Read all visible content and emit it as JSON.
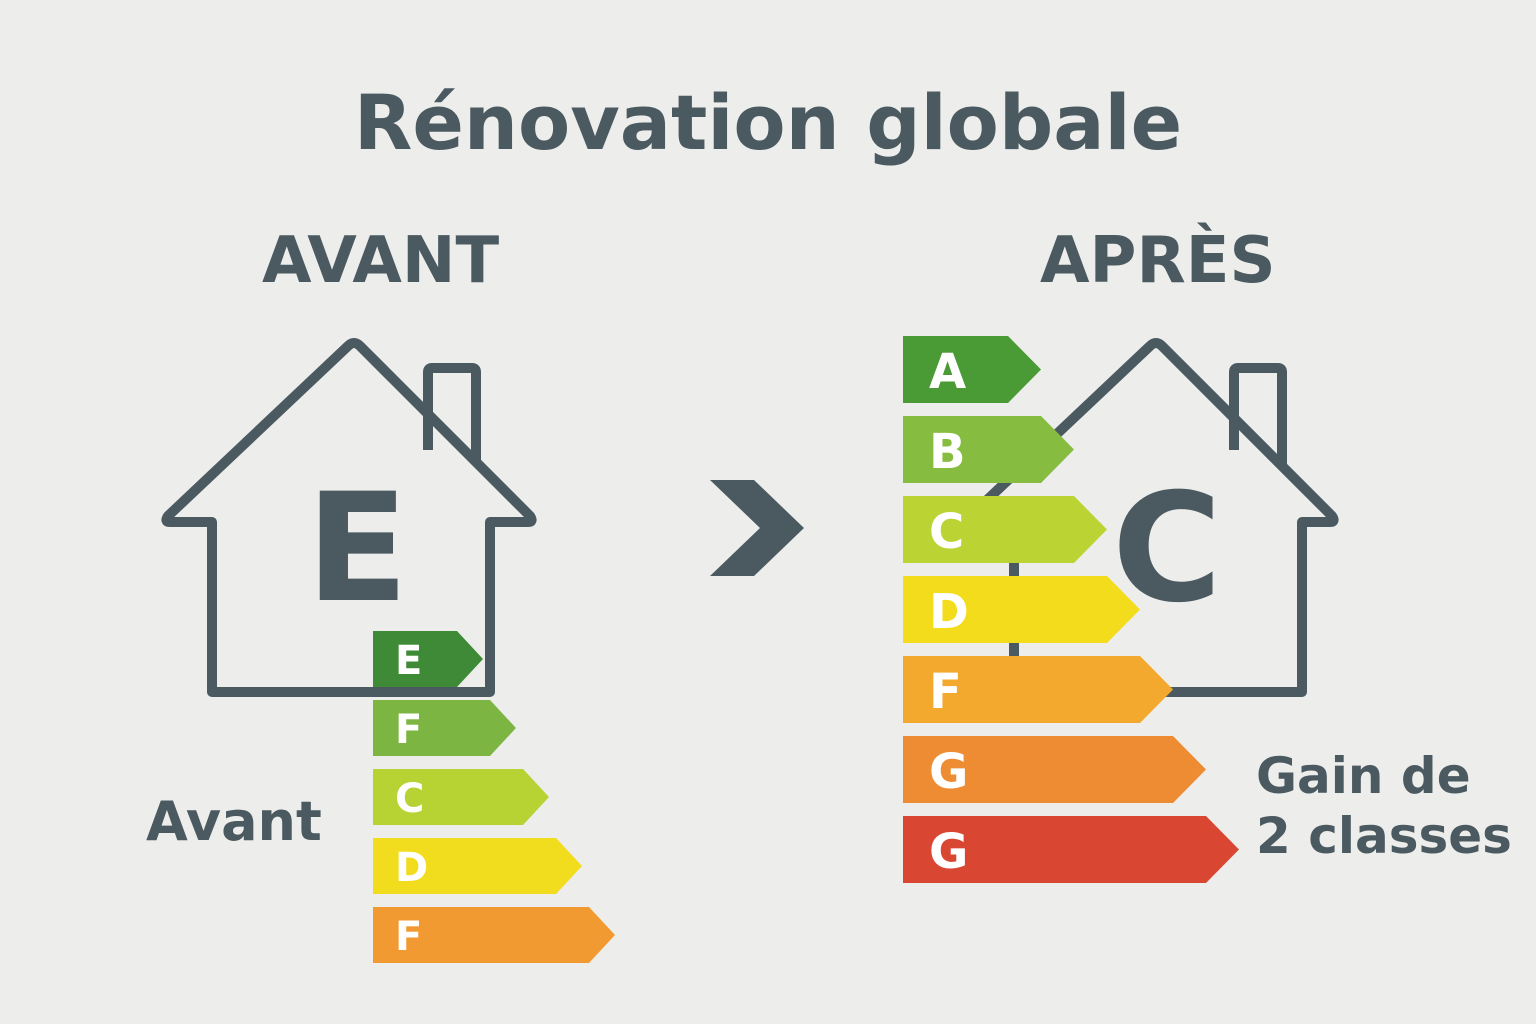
{
  "title": "Rénovation globale",
  "before": {
    "heading": "AVANT",
    "house_letter": "E",
    "caption": "Avant",
    "bars": [
      {
        "letter": "E",
        "color": "#3f8a36"
      },
      {
        "letter": "F",
        "color": "#7cb541"
      },
      {
        "letter": "C",
        "color": "#b7d233"
      },
      {
        "letter": "D",
        "color": "#f1dc1d"
      },
      {
        "letter": "F",
        "color": "#f29a32"
      }
    ]
  },
  "after": {
    "heading": "APRÈS",
    "house_letter": "C",
    "bars": [
      {
        "letter": "A",
        "color": "#4a9a35"
      },
      {
        "letter": "B",
        "color": "#86bd41"
      },
      {
        "letter": "C",
        "color": "#bcd433"
      },
      {
        "letter": "D",
        "color": "#f3dc1c"
      },
      {
        "letter": "F",
        "color": "#f3a82e"
      },
      {
        "letter": "G",
        "color": "#ee8c33"
      },
      {
        "letter": "G",
        "color": "#d94733"
      }
    ],
    "gain_line1": "Gain de",
    "gain_line2": "2 classes"
  },
  "transition_icon": "chevron-right-icon",
  "colors": {
    "text": "#4a5a60",
    "background": "#ededec"
  }
}
